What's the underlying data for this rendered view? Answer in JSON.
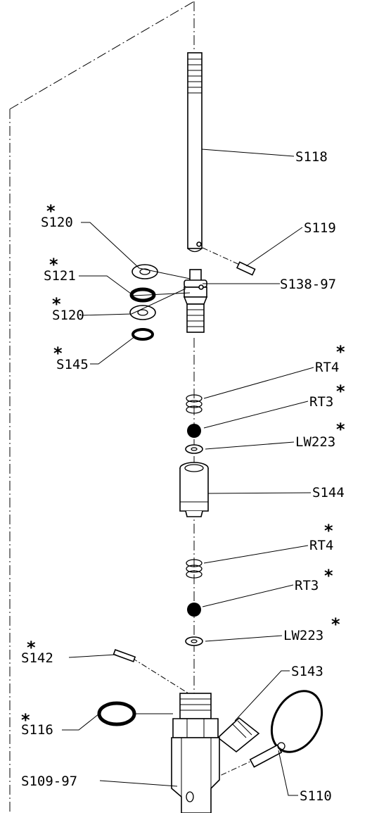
{
  "labels": {
    "s118": "S118",
    "s119": "S119",
    "s120_top": "S120",
    "s121": "S121",
    "s138_97": "S138-97",
    "s120_mid": "S120",
    "s145": "S145",
    "rt4_top": "RT4",
    "rt3_top": "RT3",
    "lw223_top": "LW223",
    "s144": "S144",
    "rt4_bottom": "RT4",
    "rt3_bottom": "RT3",
    "lw223_bottom": "LW223",
    "s142": "S142",
    "s143": "S143",
    "s116": "S116",
    "s109_97": "S109-97",
    "s110": "S110"
  },
  "star_symbol": "*"
}
